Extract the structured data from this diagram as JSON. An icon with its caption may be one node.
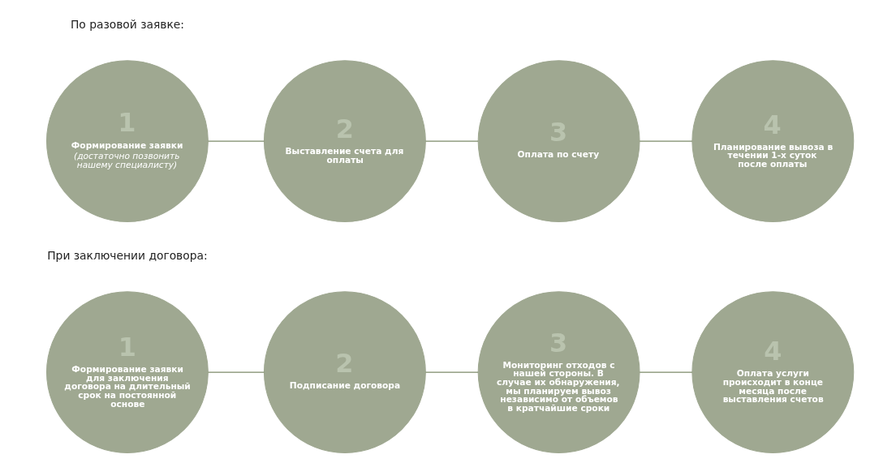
{
  "diagram": {
    "nodes": [
      {
        "text": [
          "1",
          "Формирование заявки",
          "(достаточно позвонить нашему специалисту)"
        ]
      },
      {
        "text": [
          "2",
          "Выставление счета для оплаты"
        ]
      },
      {
        "text": [
          "3",
          "Оплата по счету"
        ]
      },
      {
        "text": [
          "4",
          "Планирование вывоза в течении 1-х суток после оплаты"
        ]
      },
      {
        "text": [
          "1",
          "Формирование заявки для заключения договора на длительный срок на постоянной основе"
        ]
      },
      {
        "text": [
          "2",
          "Подписание договора"
        ]
      },
      {
        "text": [
          "3",
          "Мониторинг отходов с нашей стороны. В случае их обнаружения, мы планируем вывоз независимо от объемов в кратчайшие сроки"
        ]
      },
      {
        "text": [
          "4",
          "Оплата услуги происходит в конце месяца после выставления счетов"
        ]
      }
    ],
    "edges": [
      {
        "from": 0,
        "to": 1,
        "arrow": "none"
      },
      {
        "from": 1,
        "to": 2,
        "arrow": "none"
      },
      {
        "from": 2,
        "to": 3,
        "arrow": "none"
      },
      {
        "from": 4,
        "to": 5,
        "arrow": "none"
      },
      {
        "from": 5,
        "to": 6,
        "arrow": "none"
      },
      {
        "from": 6,
        "to": 7,
        "arrow": "none"
      }
    ],
    "labels": [
      "По разовой заявке:",
      "При заключении договора:"
    ]
  }
}
